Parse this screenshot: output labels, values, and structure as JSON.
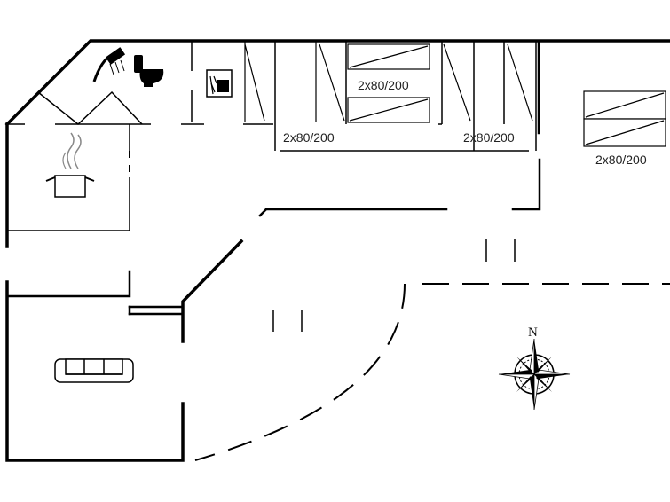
{
  "floorplan": {
    "bed_labels": [
      "2x80/200",
      "2x80/200",
      "2x80/200",
      "2x80/200"
    ],
    "compass_label": "N",
    "icons": [
      "shower-icon",
      "toilet-icon",
      "washing-machine-icon",
      "cooking-pot-icon",
      "sofa-icon",
      "compass-rose-icon"
    ],
    "line_color": "#000000",
    "background_color": "#ffffff"
  }
}
